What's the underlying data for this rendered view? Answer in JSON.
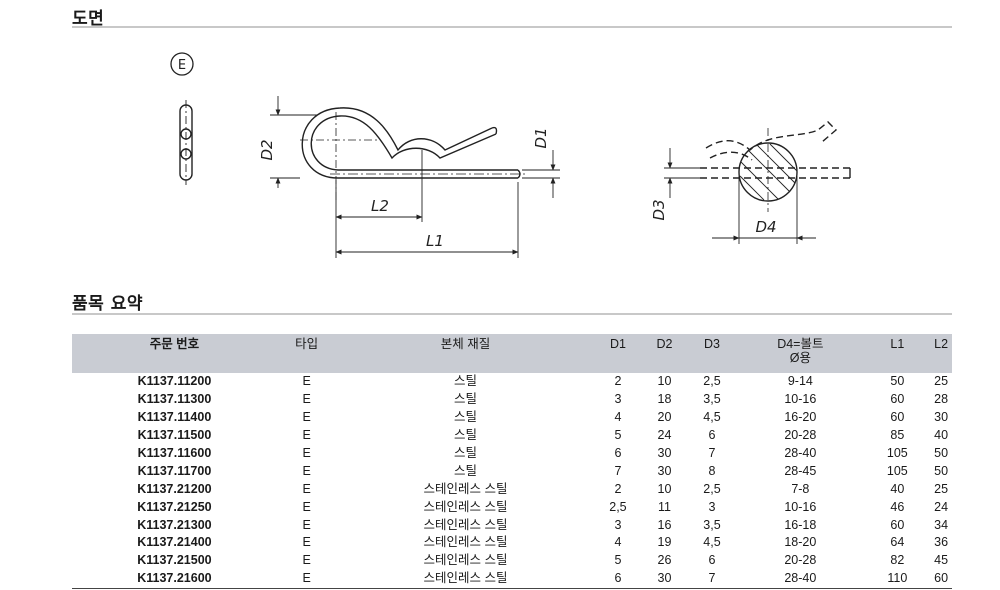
{
  "sections": {
    "drawing_title": "도면",
    "summary_title": "품목 요약"
  },
  "drawing": {
    "type_marker": "E",
    "labels": {
      "d1": "D1",
      "d2": "D2",
      "d3": "D3",
      "d4": "D4",
      "l1": "L1",
      "l2": "L2"
    }
  },
  "table": {
    "headers": {
      "order_no": "주문 번호",
      "type": "타입",
      "material": "본체 재질",
      "d1": "D1",
      "d2": "D2",
      "d3": "D3",
      "d4_line1": "D4=볼트",
      "d4_line2": "Ø용",
      "l1": "L1",
      "l2": "L2"
    },
    "rows": [
      {
        "order": "K1137.11200",
        "type": "E",
        "material": "스틸",
        "d1": "2",
        "d2": "10",
        "d3": "2,5",
        "d4": "9-14",
        "l1": "50",
        "l2": "25"
      },
      {
        "order": "K1137.11300",
        "type": "E",
        "material": "스틸",
        "d1": "3",
        "d2": "18",
        "d3": "3,5",
        "d4": "10-16",
        "l1": "60",
        "l2": "28"
      },
      {
        "order": "K1137.11400",
        "type": "E",
        "material": "스틸",
        "d1": "4",
        "d2": "20",
        "d3": "4,5",
        "d4": "16-20",
        "l1": "60",
        "l2": "30"
      },
      {
        "order": "K1137.11500",
        "type": "E",
        "material": "스틸",
        "d1": "5",
        "d2": "24",
        "d3": "6",
        "d4": "20-28",
        "l1": "85",
        "l2": "40"
      },
      {
        "order": "K1137.11600",
        "type": "E",
        "material": "스틸",
        "d1": "6",
        "d2": "30",
        "d3": "7",
        "d4": "28-40",
        "l1": "105",
        "l2": "50"
      },
      {
        "order": "K1137.11700",
        "type": "E",
        "material": "스틸",
        "d1": "7",
        "d2": "30",
        "d3": "8",
        "d4": "28-45",
        "l1": "105",
        "l2": "50"
      },
      {
        "order": "K1137.21200",
        "type": "E",
        "material": "스테인레스 스틸",
        "d1": "2",
        "d2": "10",
        "d3": "2,5",
        "d4": "7-8",
        "l1": "40",
        "l2": "25"
      },
      {
        "order": "K1137.21250",
        "type": "E",
        "material": "스테인레스 스틸",
        "d1": "2,5",
        "d2": "11",
        "d3": "3",
        "d4": "10-16",
        "l1": "46",
        "l2": "24"
      },
      {
        "order": "K1137.21300",
        "type": "E",
        "material": "스테인레스 스틸",
        "d1": "3",
        "d2": "16",
        "d3": "3,5",
        "d4": "16-18",
        "l1": "60",
        "l2": "34"
      },
      {
        "order": "K1137.21400",
        "type": "E",
        "material": "스테인레스 스틸",
        "d1": "4",
        "d2": "19",
        "d3": "4,5",
        "d4": "18-20",
        "l1": "64",
        "l2": "36"
      },
      {
        "order": "K1137.21500",
        "type": "E",
        "material": "스테인레스 스틸",
        "d1": "5",
        "d2": "26",
        "d3": "6",
        "d4": "20-28",
        "l1": "82",
        "l2": "45"
      },
      {
        "order": "K1137.21600",
        "type": "E",
        "material": "스테인레스 스틸",
        "d1": "6",
        "d2": "30",
        "d3": "7",
        "d4": "28-40",
        "l1": "110",
        "l2": "60"
      }
    ]
  }
}
